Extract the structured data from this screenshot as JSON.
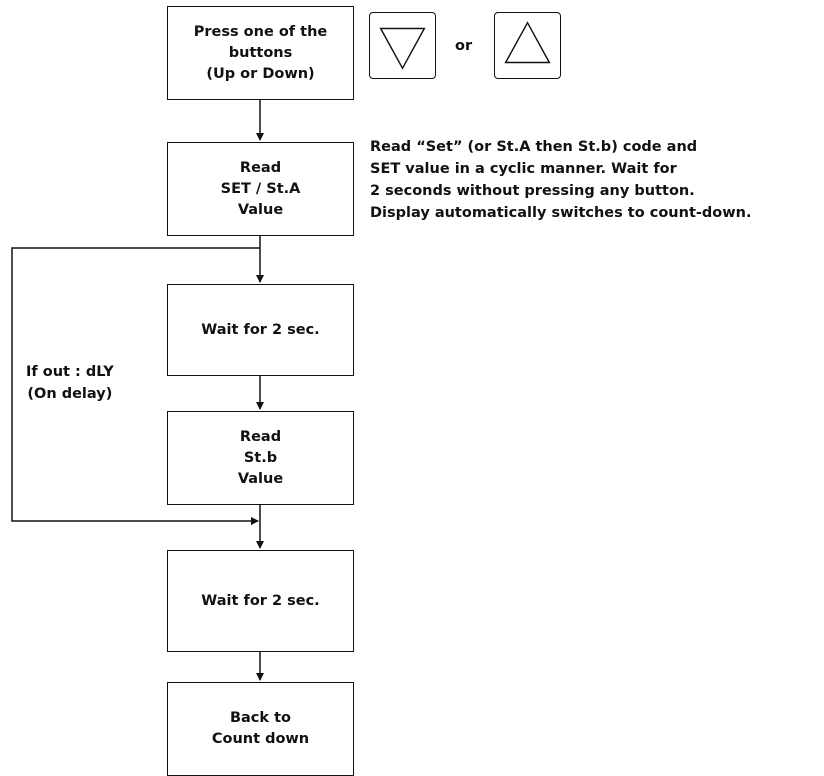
{
  "flowchart": {
    "steps": {
      "press": "Press one of the\nbuttons\n(Up or Down)",
      "read_set": "Read\nSET / St.A\nValue",
      "wait_1": "Wait for 2 sec.",
      "read_stb": "Read\nSt.b\nValue",
      "wait_2": "Wait for 2 sec.",
      "back": "Back to\nCount down"
    },
    "buttons": {
      "down_icon": "triangle-down-icon",
      "up_icon": "triangle-up-icon",
      "or_label": "or"
    },
    "note": "Read “Set” (or St.A then St.b) code and\nSET value in a cyclic manner. Wait for\n2 seconds without pressing any button.\nDisplay automatically switches to count-down.",
    "bypass_label": "If out : dLY\n(On delay)"
  }
}
